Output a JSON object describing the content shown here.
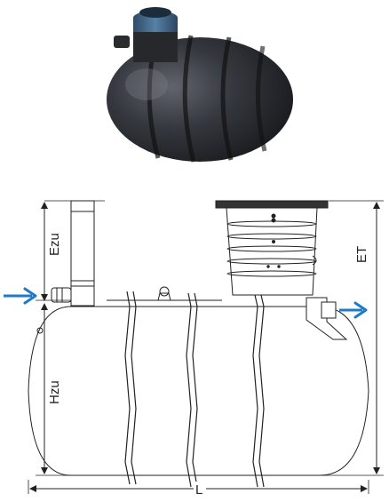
{
  "labels": {
    "ezu": "Ezu",
    "hzu": "Hzu",
    "et": "ET",
    "l": "L"
  },
  "colors": {
    "tank_body": "#2a2c30",
    "tank_highlight": "#5a5e66",
    "inlet_cap": "#3b5a78",
    "arrow": "#1e7ac8",
    "line": "#222222"
  }
}
